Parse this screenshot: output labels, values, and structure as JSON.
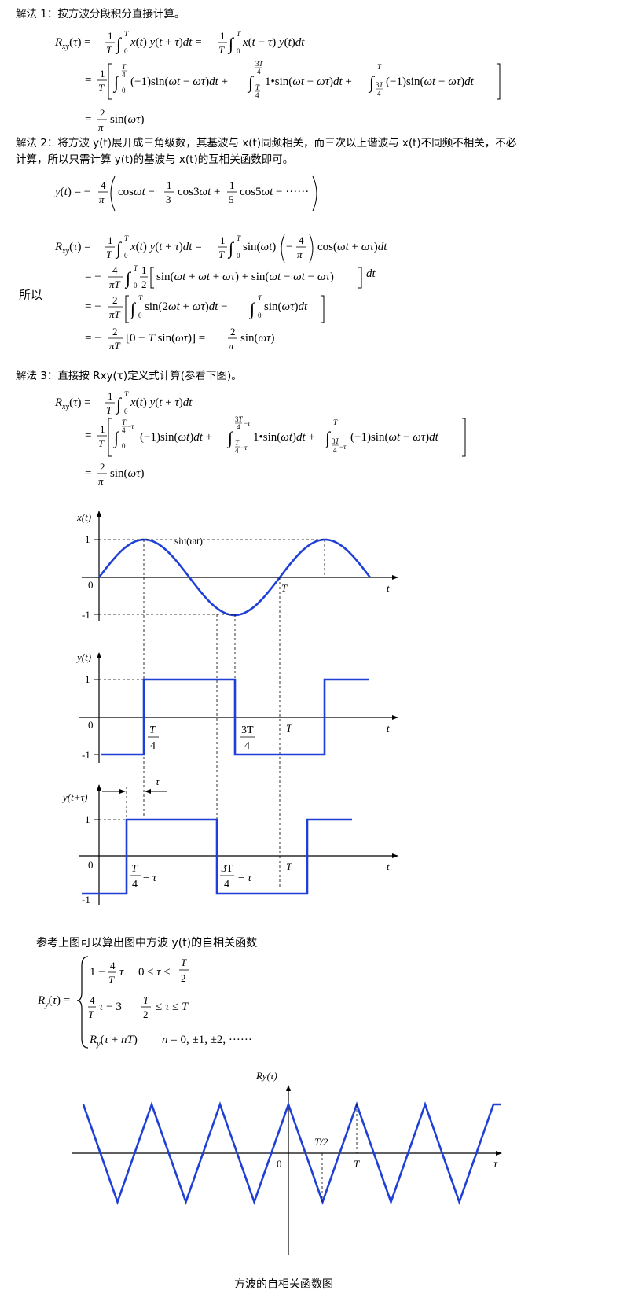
{
  "sol1": {
    "heading": "解法 1：按方波分段积分直接计算。",
    "line1": "Rxy(τ) = (1/T)∫₀ᵀ x(t) y(t+τ) dt = (1/T)∫₀ᵀ x(t−τ) y(t) dt",
    "line2": "= (1/T)[ ∫₀^(T/4) (−1)sin(ωt−ωτ)dt + ∫_(T/4)^(3T/4) 1•sin(ωt−ωτ)dt + ∫_(3T/4)^T (−1)sin(ωt−ωτ)dt ]",
    "line3": "= (2/π) sin(ωτ)"
  },
  "sol2": {
    "heading_line1": "解法 2：将方波 y(t)展开成三角级数，其基波与 x(t)同频相关，而三次以上谐波与 x(t)不同频不相关，不必",
    "heading_line2": "计算，所以只需计算 y(t)的基波与 x(t)的互相关函数即可。",
    "series": "y(t) = −(4/π)( cosωt − (1/3)cos3ωt + (1/5)cos5ωt − ······ )",
    "so_label": "所以",
    "line1": "Rxy(τ) = (1/T)∫₀ᵀ x(t) y(t+τ) dt = (1/T)∫₀ᵀ sin(ωt)(−4/π)cos(ωt+ωτ) dt",
    "line2": "= −(4/πT)∫₀ᵀ (1/2)[ sin(ωt+ωt+ωτ) + sin(ωt−ωt−ωτ) ] dt",
    "line3": "= −(2/πT)[ ∫₀ᵀ sin(2ωt+ωτ)dt − ∫₀ᵀ sin(ωτ)dt ]",
    "line4": "= −(2/πT)[ 0 − T sin(ωτ) ] = (2/π) sin(ωτ)"
  },
  "sol3": {
    "heading": "解法 3：直接按 Rxy(τ)定义式计算(参看下图)。",
    "line1": "Rxy(τ) = (1/T)∫₀ᵀ x(t) y(t+τ) dt",
    "line2": "= (1/T)[ ∫₀^(T/4−τ) (−1)sin(ωt)dt + ∫_(T/4−τ)^(3T/4−τ) 1•sin(ωt)dt + ∫_(3T/4−τ)^T (−1)sin(ωt−ωτ)dt ]",
    "line3": "= (2/π) sin(ωτ)"
  },
  "figure1": {
    "x_axis_label": "x(t)",
    "x_curve_label": "sin(ωt)",
    "y_axis_label": "y(t)",
    "yshift_axis_label": "y(t+τ)",
    "t_label": "t",
    "T_label": "T",
    "one": "1",
    "minus_one": "-1",
    "zero": "0",
    "T4_num": "T",
    "T4_den": "4",
    "T34_num": "3T",
    "T34_den": "4",
    "tau": "τ",
    "minus_tau": "− τ"
  },
  "autocorr": {
    "intro": "参考上图可以算出图中方波 y(t)的自相关函数",
    "lhs": "Ry(τ) =",
    "case1": "1 − (4/T)τ    0 ≤ τ ≤ T/2",
    "case2": "(4/T)τ − 3    T/2 ≤ τ ≤ T",
    "case3": "Ry(τ + nT)    n = 0, ±1, ±2, ······"
  },
  "figure2": {
    "y_label": "Ry(τ)",
    "half_T": "T/2",
    "T_label": "T",
    "zero": "0",
    "tau_label": "τ",
    "caption": "方波的自相关函数图"
  },
  "colors": {
    "curve": "#1f3fd6",
    "axis": "#000000"
  }
}
